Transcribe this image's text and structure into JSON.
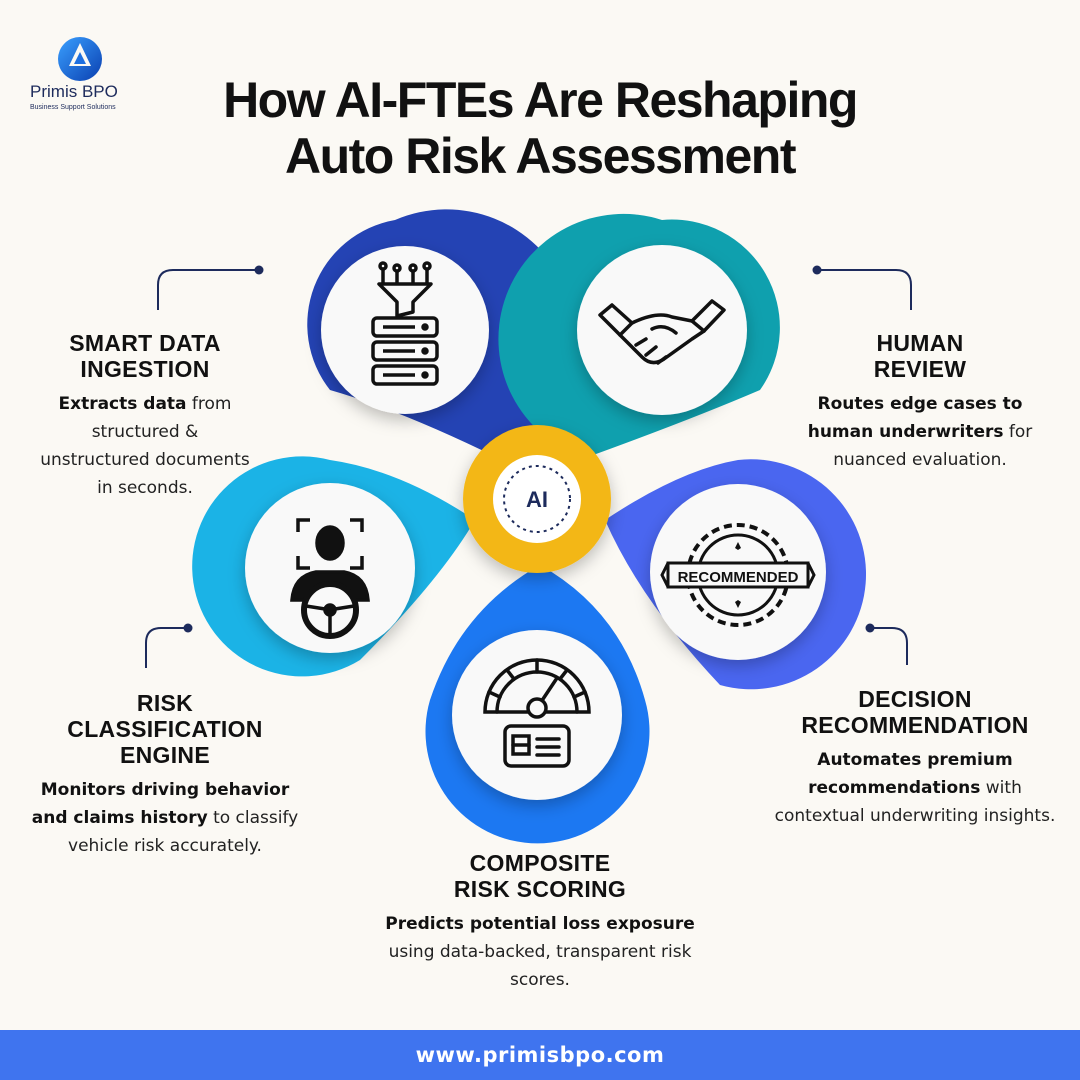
{
  "brand": {
    "name": "Primis BPO",
    "tagline": "Business Support Solutions"
  },
  "title": {
    "line1": "How AI-FTEs Are Reshaping",
    "line2": "Auto Risk Assessment"
  },
  "center_label": "AI",
  "stamp_text": "RECOMMENDED",
  "colors": {
    "background": "#fbf9f4",
    "smart_data_ingestion": "#2443b4",
    "human_review": "#0fa0ae",
    "risk_classification": "#1bb3e6",
    "decision_recommendation": "#4a66f0",
    "composite_risk_scoring": "#1c78f2",
    "center": "#f3b718",
    "footer": "#3f74ef"
  },
  "steps": {
    "smart_data_ingestion": {
      "title_line1": "SMART DATA",
      "title_line2": "INGESTION",
      "desc_bold": "Extracts data",
      "desc_rest": " from structured & unstructured documents in seconds.",
      "icon": "data-funnel-server-icon"
    },
    "human_review": {
      "title_line1": "HUMAN",
      "title_line2": "REVIEW",
      "desc_bold1": "Routes edge cases to",
      "desc_bold2": "human underwriters",
      "desc_rest": " for nuanced evaluation.",
      "icon": "handshake-icon"
    },
    "risk_classification": {
      "title_line1": "RISK",
      "title_line2": "CLASSIFICATION",
      "title_line3": "ENGINE",
      "desc_bold": "Monitors driving behavior and claims history",
      "desc_rest": " to classify vehicle risk accurately.",
      "icon": "driver-face-scan-icon"
    },
    "decision_recommendation": {
      "title_line1": "DECISION",
      "title_line2": "RECOMMENDATION",
      "desc_bold": "Automates premium recommendations",
      "desc_rest": " with contextual underwriting insights.",
      "icon": "recommended-badge-icon"
    },
    "composite_risk_scoring": {
      "title_line1": "COMPOSITE",
      "title_line2": "RISK SCORING",
      "desc_bold": "Predicts potential loss exposure",
      "desc_rest": " using data-backed, transparent risk scores.",
      "icon": "risk-gauge-icon"
    }
  },
  "footer": {
    "url": "www.primisbpo.com"
  }
}
